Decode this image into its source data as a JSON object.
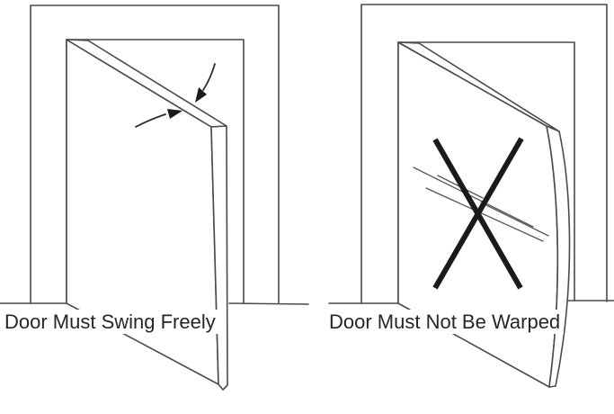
{
  "diagram": {
    "background_color": "#ffffff",
    "line_color": "#4a4a4a",
    "emphasis_color": "#1a1a1a",
    "text_color": "#262626",
    "panels": [
      {
        "name": "door-swing",
        "caption": "Door Must Swing Freely",
        "symbols": [
          "swing-arrow-upper-icon",
          "swing-arrow-lower-icon"
        ]
      },
      {
        "name": "door-warp",
        "caption": "Door Must Not Be Warped",
        "symbols": [
          "x-mark-icon",
          "warp-check-lines"
        ]
      }
    ]
  }
}
